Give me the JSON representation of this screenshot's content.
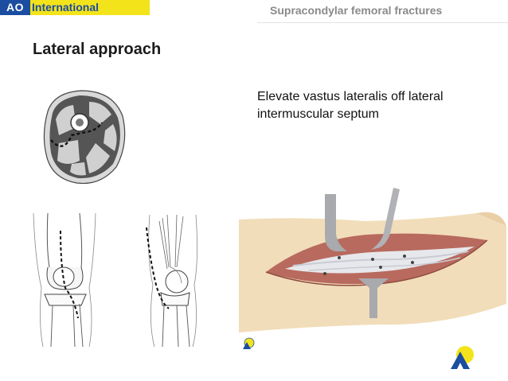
{
  "logo": {
    "mark": "AO",
    "name": "International"
  },
  "header": {
    "title": "Supracondylar femoral fractures"
  },
  "slide": {
    "title": "Lateral approach",
    "caption": "Elevate vastus lateralis off lateral intermuscular septum"
  },
  "icons": [
    "ao-triangle-logo-icon",
    "ao-small-logo-icon"
  ],
  "colors": {
    "logo_yellow": "#f3e31b",
    "logo_blue": "#1b4da0",
    "header_gray": "#8a8a8a",
    "muscle_red": "#b86a5e",
    "skin": "#f1ddb9"
  }
}
